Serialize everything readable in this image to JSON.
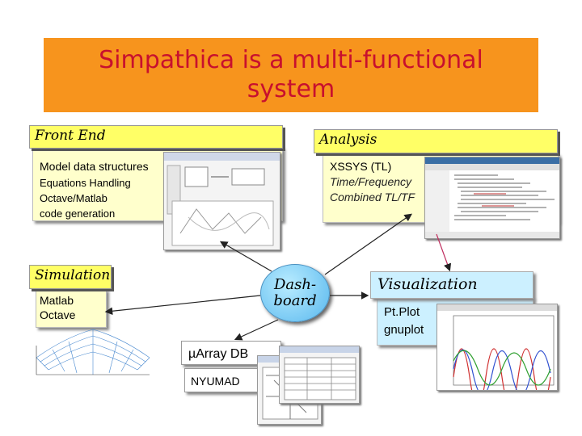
{
  "title": "Simpathica is a multi-functional system",
  "front_end": {
    "header": "Front End",
    "lines": [
      "Model data structures",
      "Equations Handling",
      "Octave/Matlab",
      "code generation"
    ]
  },
  "analysis": {
    "header": "Analysis",
    "lines": [
      "XSSYS (TL)",
      "Time/Frequency",
      "Combined TL/TF"
    ]
  },
  "simulation": {
    "header": "Simulation",
    "lines": [
      "Matlab",
      "Octave"
    ]
  },
  "dashboard": {
    "label": "Dash-board"
  },
  "visualization": {
    "header": "Visualization",
    "lines": [
      "Pt.Plot",
      "gnuplot"
    ]
  },
  "database": {
    "label": "µArray DB",
    "sub": "NYUMAD"
  },
  "colors": {
    "title_bg": "#f7941d",
    "title_text": "#c8102e",
    "header_bg": "#ffff66",
    "panel_bg": "#ffffcc",
    "vis_bg": "#ccf0ff",
    "dash_bg": "#59b8ee"
  }
}
